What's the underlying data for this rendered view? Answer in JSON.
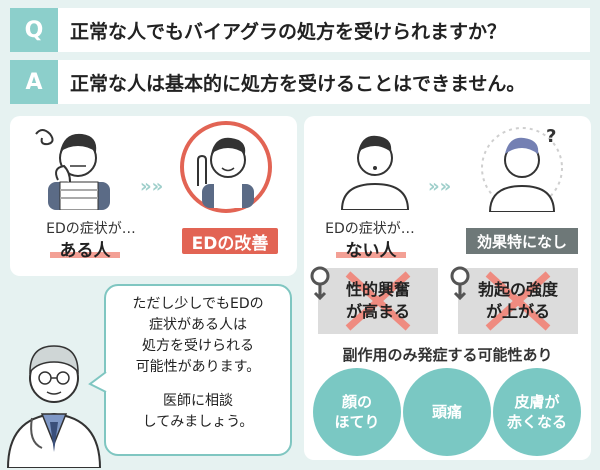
{
  "q": {
    "letter": "Q",
    "text": "正常な人でもバイアグラの処方を受けられますか？"
  },
  "a": {
    "letter": "A",
    "text": "正常な人は基本的に処方を受けることはできません。"
  },
  "left": {
    "symptom_line": "EDの症状が…",
    "symptom_strong": "ある人",
    "result_badge": "EDの改善"
  },
  "right": {
    "symptom_line": "EDの症状が…",
    "symptom_strong": "ない人",
    "result_badge": "効果特になし",
    "effect1_line1": "性的興奮",
    "effect1_line2": "が高まる",
    "effect2_line1": "勃起の強度",
    "effect2_line2": "が上がる",
    "side_effect_heading": "副作用のみ発症する可能性あり",
    "side1_line1": "顔の",
    "side1_line2": "ほてり",
    "side2": "頭痛",
    "side3_line1": "皮膚が",
    "side3_line2": "赤くなる"
  },
  "doctor_bubble": {
    "l1": "ただし少しでもEDの",
    "l2": "症状がある人は",
    "l3": "処方を受けられる",
    "l4": "可能性があります。",
    "l5": "医師に相談",
    "l6": "してみましょう。"
  },
  "colors": {
    "teal": "#8ccfcb",
    "red": "#e26454",
    "gray": "#6e7878",
    "bg": "#e6f2f1"
  }
}
